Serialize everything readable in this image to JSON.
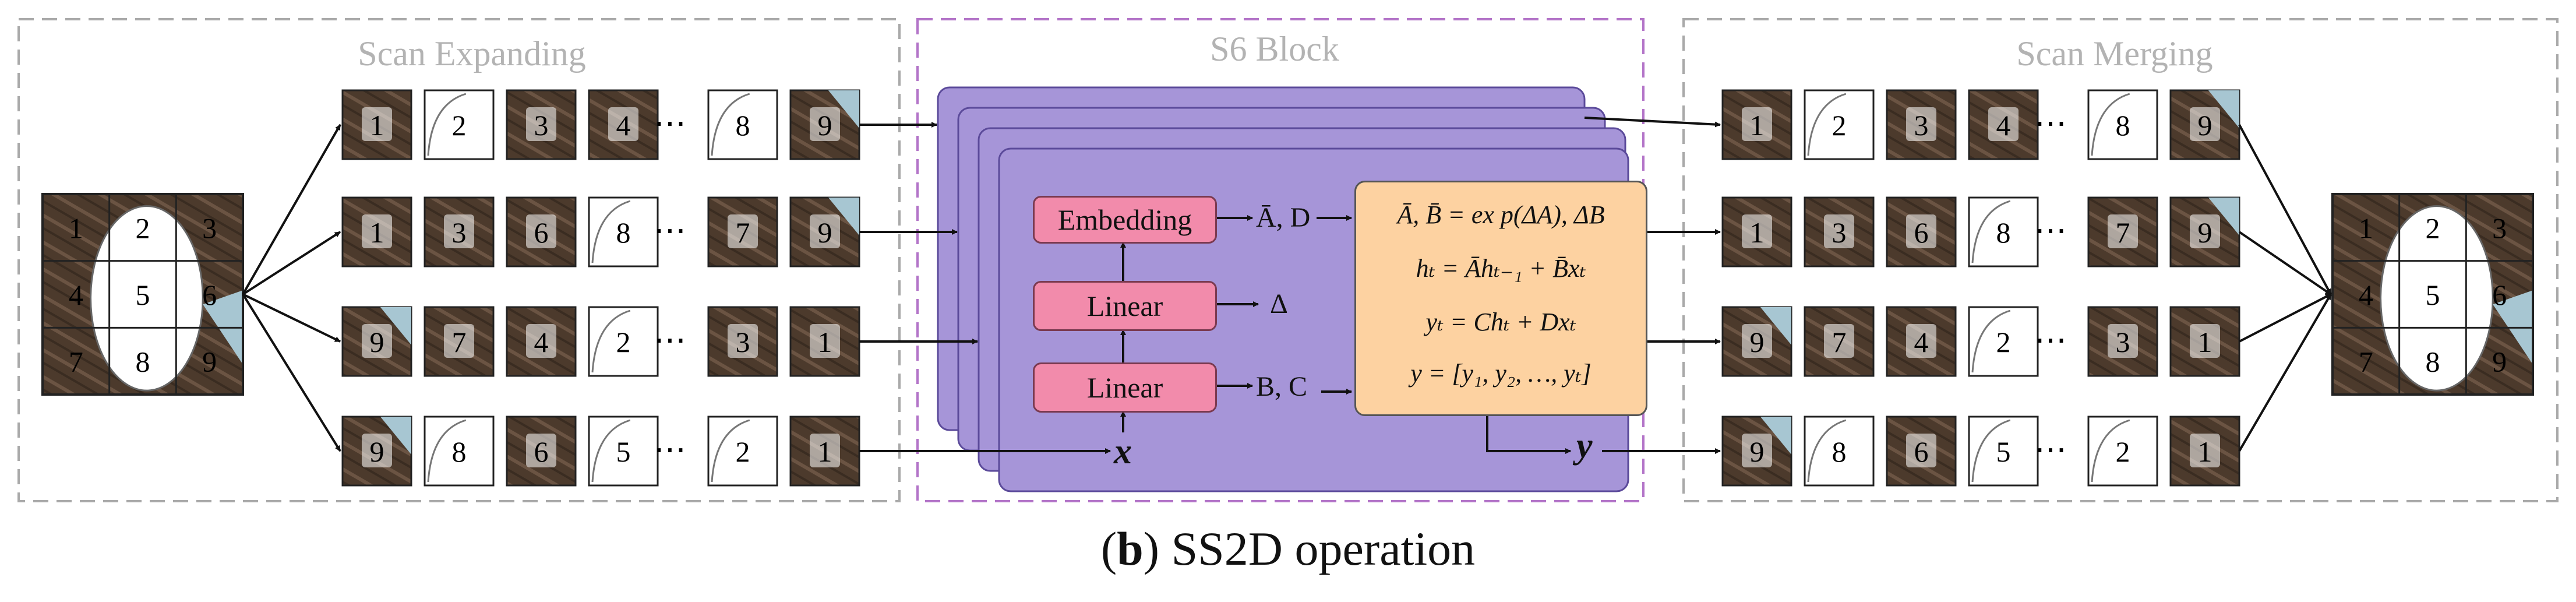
{
  "sections": {
    "scan_expanding": "Scan Expanding",
    "s6_block": "S6 Block",
    "scan_merging": "Scan Merging"
  },
  "input_grid": [
    "1",
    "2",
    "3",
    "4",
    "5",
    "6",
    "7",
    "8",
    "9"
  ],
  "expand_rows": [
    [
      "1",
      "2",
      "3",
      "4",
      "8",
      "9"
    ],
    [
      "1",
      "3",
      "6",
      "8",
      "7",
      "9"
    ],
    [
      "9",
      "7",
      "4",
      "2",
      "3",
      "1"
    ],
    [
      "9",
      "8",
      "6",
      "5",
      "2",
      "1"
    ]
  ],
  "merge_rows": [
    [
      "1",
      "2",
      "3",
      "4",
      "8",
      "9"
    ],
    [
      "1",
      "3",
      "6",
      "8",
      "7",
      "9"
    ],
    [
      "9",
      "7",
      "4",
      "2",
      "3",
      "1"
    ],
    [
      "9",
      "8",
      "6",
      "5",
      "2",
      "1"
    ]
  ],
  "ellipsis": "⋯",
  "s6": {
    "embedding": "Embedding",
    "linear_top": "Linear",
    "linear_bottom": "Linear",
    "out_embedding": "Ā, D",
    "out_linear_top": "Δ",
    "out_linear_bottom": "B, C",
    "input": "x",
    "output": "y",
    "equations": [
      "Ā, B̄ = ex p(ΔA), ΔB",
      "hₜ = Āhₜ₋₁ + B̄xₜ",
      "yₜ = Chₜ + Dxₜ",
      "y = [y₁, y₂, …, yₜ]"
    ]
  },
  "caption": {
    "open": "(",
    "letter": "b",
    "rest": ") SS2D operation"
  },
  "colors": {
    "dark_tile": "#4c3a2c",
    "dark_tile_grain": "#6b5443",
    "light_tile": "#ffffff",
    "edge_blue": "#a7c6d2",
    "purple_block": "#a695d8",
    "purple_border": "#5b4a9a",
    "pink_box": "#f28bab",
    "eq_box": "#fdd2a1",
    "dashed_gray": "#a9a9a9",
    "dashed_purple": "#b374c8"
  }
}
